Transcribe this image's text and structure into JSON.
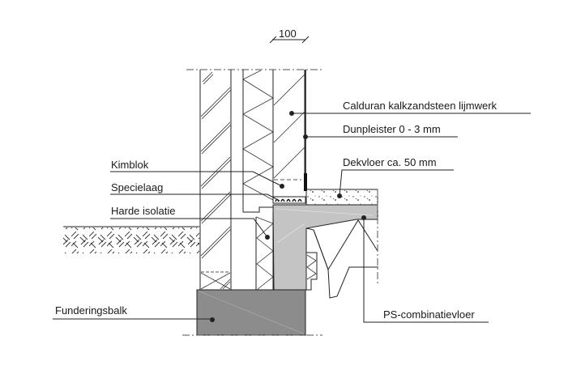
{
  "drawing": {
    "scale_label": "100",
    "colors": {
      "line": "#222222",
      "concrete_dark": "#8c8c8c",
      "concrete_light": "#c4c4c4",
      "background": "#ffffff"
    },
    "labels": {
      "calduran": "Calduran kalkzandsteen lijmwerk",
      "dunpleister": "Dunpleister 0 - 3 mm",
      "dekvloer": "Dekvloer ca. 50 mm",
      "kimblok": "Kimblok",
      "specielaag": "Specielaag",
      "harde_isolatie": "Harde isolatie",
      "funderingsbalk": "Funderingsbalk",
      "ps_vloer": "PS-combinatievloer"
    }
  }
}
